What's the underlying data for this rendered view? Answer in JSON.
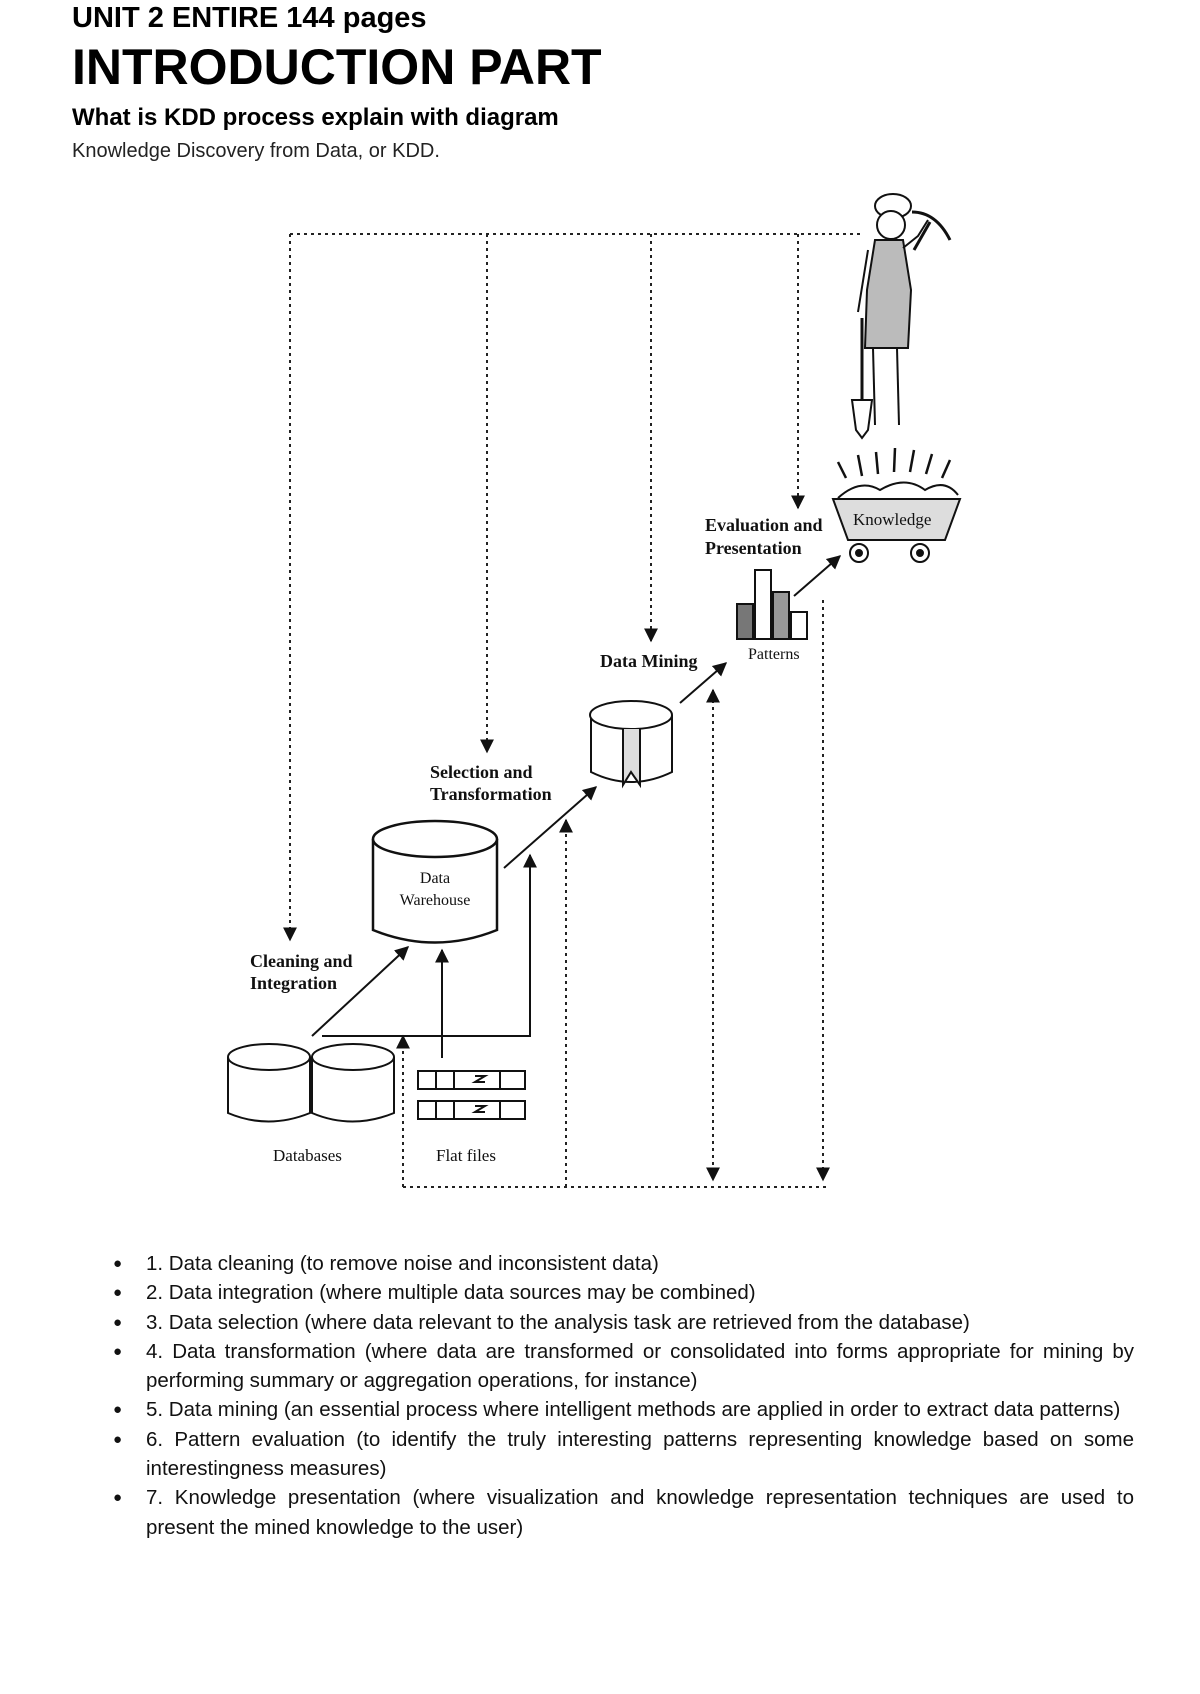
{
  "header": {
    "unit_line": "UNIT 2 ENTIRE 144 pages",
    "title": "INTRODUCTION PART",
    "question": "What is KDD process explain with diagram",
    "subtitle": "Knowledge Discovery from Data, or KDD."
  },
  "diagram": {
    "labels": {
      "cleaning_1": "Cleaning and",
      "cleaning_2": "Integration",
      "selection_1": "Selection and",
      "selection_2": "Transformation",
      "data_mining": "Data Mining",
      "evaluation_1": "Evaluation and",
      "evaluation_2": "Presentation",
      "patterns": "Patterns",
      "knowledge": "Knowledge",
      "warehouse_1": "Data",
      "warehouse_2": "Warehouse",
      "databases": "Databases",
      "flat_files": "Flat files"
    }
  },
  "steps": [
    "1. Data cleaning (to remove noise and inconsistent data)",
    "2. Data integration (where multiple data sources may be combined)",
    "3. Data selection (where data relevant to the analysis task are retrieved from the database)",
    "4. Data transformation (where data are transformed or consolidated into forms appropriate for mining by performing summary or aggregation operations, for instance)",
    "5. Data mining (an essential process where intelligent methods are applied in order to extract data patterns)",
    "6. Pattern evaluation (to identify the truly interesting patterns representing knowledge based on some interestingness measures)",
    "7. Knowledge presentation (where visualization and knowledge representation techniques are used to present the mined knowledge to the user)"
  ]
}
